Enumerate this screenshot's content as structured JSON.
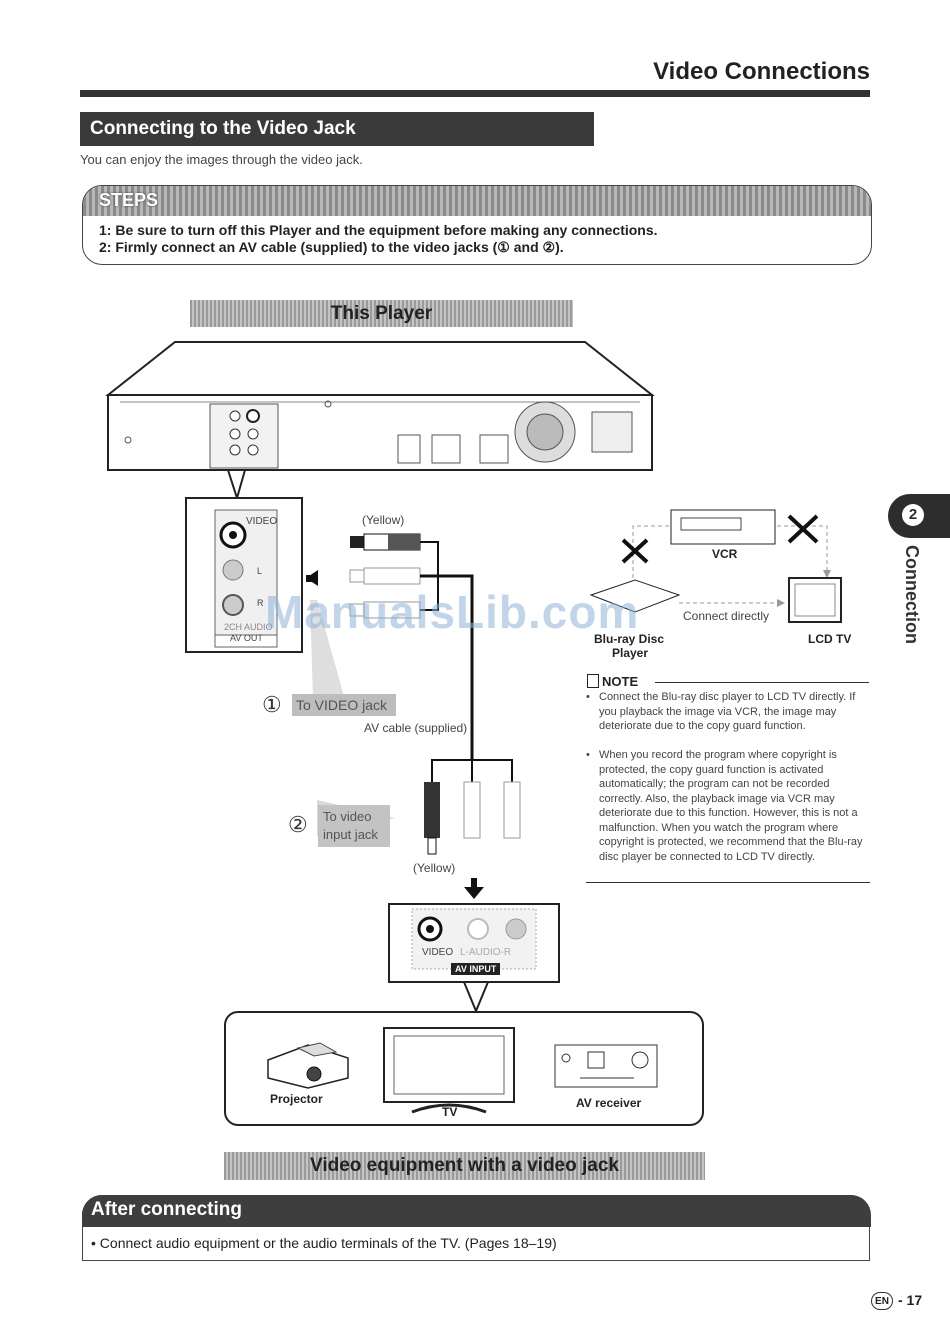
{
  "header": {
    "title": "Video Connections"
  },
  "section": {
    "title": "Connecting to the Video Jack",
    "intro": "You can enjoy the images through the video jack."
  },
  "steps": {
    "label": "STEPS",
    "items": [
      "1:  Be sure to turn off this Player and the equipment before making any connections.",
      "2:  Firmly connect an AV cable (supplied) to the video jacks (① and ②)."
    ]
  },
  "diagram": {
    "player_label": "This Player",
    "player_panel": {
      "video": "VIDEO",
      "audio": "2CH AUDIO",
      "av_out": "AV OUT",
      "l": "L",
      "r": "R"
    },
    "yellow_top": "(Yellow)",
    "step1_num": "①",
    "step1_label": "To VIDEO jack",
    "av_cable": "AV cable (supplied)",
    "step2_num": "②",
    "step2_label_1": "To video",
    "step2_label_2": "input jack",
    "yellow_bottom": "(Yellow)",
    "tv_panel": {
      "video": "VIDEO",
      "audio": "L-AUDIO-R",
      "av_input": "AV INPUT"
    },
    "equipment": {
      "projector": "Projector",
      "tv": "TV",
      "av_receiver": "AV receiver"
    },
    "bottom_banner": "Video equipment with a video jack"
  },
  "side_diagram": {
    "vcr": "VCR",
    "connect_directly": "Connect directly",
    "bd_player_1": "Blu-ray Disc",
    "bd_player_2": "Player",
    "lcd_tv": "LCD TV"
  },
  "note": {
    "title": "NOTE",
    "items": [
      "Connect the Blu-ray disc player to LCD TV directly. If you playback the image via VCR, the image may deteriorate due to the copy guard function.",
      "When you record the program where copyright is protected, the copy guard function is activated automatically; the program can not be recorded correctly. Also, the playback image via VCR may deteriorate due to this function. However, this is not a malfunction. When you watch the program where copyright is protected, we recommend that the Blu-ray disc player be connected to LCD TV directly."
    ]
  },
  "after": {
    "title": "After connecting",
    "items": [
      "• Connect audio equipment or the audio terminals of the TV. (Pages 18–19)"
    ]
  },
  "side_tab": {
    "number": "2",
    "label": "Connection"
  },
  "footer": {
    "lang": "EN",
    "page": "- 17"
  },
  "watermark": "ManualsLib.com"
}
